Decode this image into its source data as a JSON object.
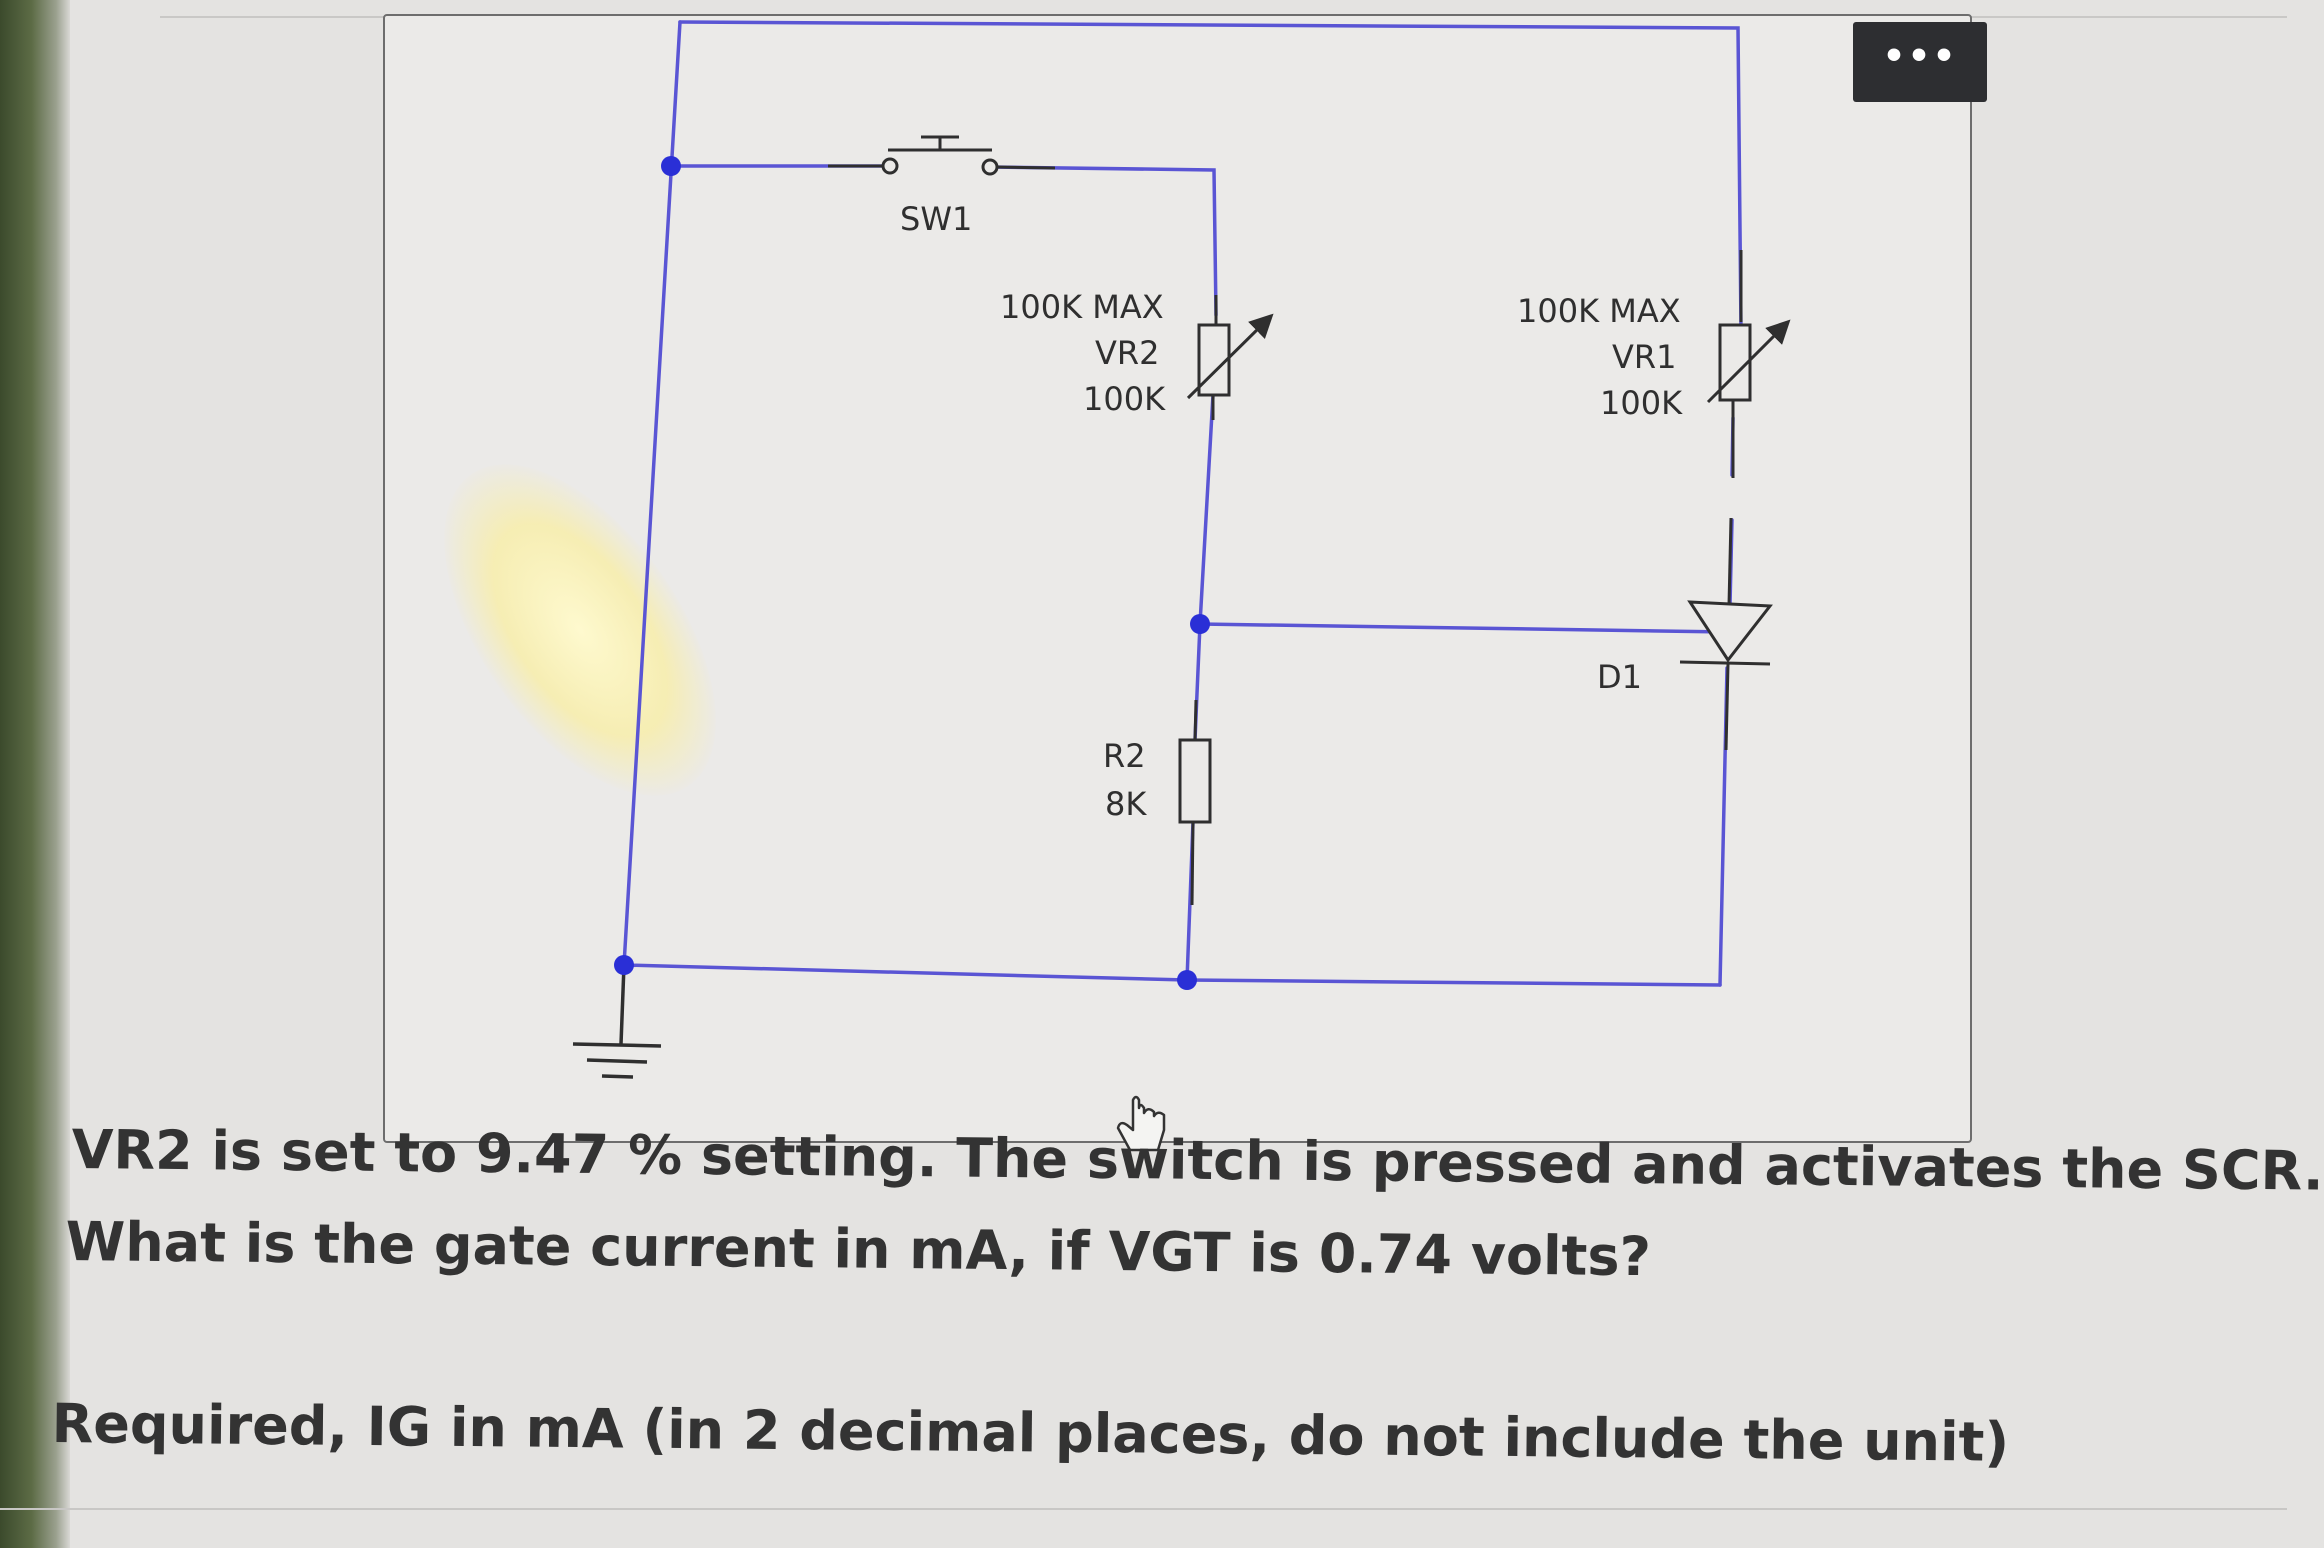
{
  "ui": {
    "more_label": "•••",
    "cursor_icon": "hand-pointer-icon"
  },
  "schematic": {
    "switch_label": "SW1",
    "vr2_max_label": "100K MAX",
    "vr2_name": "VR2",
    "vr2_value": "100K",
    "vr1_max_label": "100K MAX",
    "vr1_name": "VR1",
    "vr1_value": "100K",
    "r2_name": "R2",
    "r2_value": "8K",
    "d1_name": "D1",
    "wire_color": "#5a55d4",
    "node_color": "#2a2fd6",
    "component_color": "#2f2f2f"
  },
  "question": {
    "line1": "VR2 is set to 9.47 % setting. The switch is pressed and activates the SCR.",
    "line2": "What is the gate current in mA, if VGT is 0.74 volts?",
    "line3": "Required, IG in mA (in 2 decimal places, do not include the unit)"
  }
}
